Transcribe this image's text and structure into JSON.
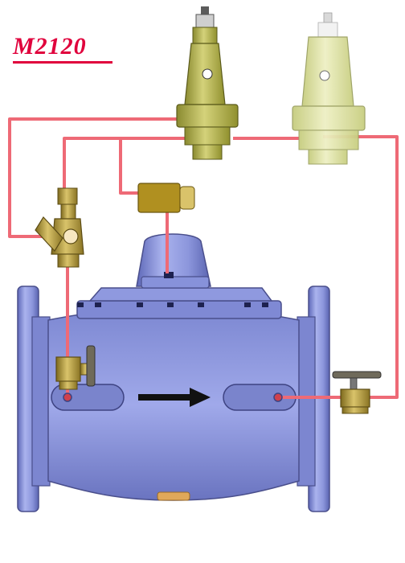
{
  "diagram": {
    "model_label": "M2120",
    "colors": {
      "title": "#e0003c",
      "pilot_tubing": "#ee6a76",
      "valve_body": "#8c96dc",
      "valve_outline": "#4a4f8c",
      "brass": "#b89a3a",
      "pilot_faded": "#d6dc9a",
      "flow_arrow": "#111111"
    },
    "components": [
      {
        "name": "pressure-reducing-pilot",
        "icon": "pilot-valve-icon"
      },
      {
        "name": "secondary-pilot",
        "icon": "pilot-valve-icon"
      },
      {
        "name": "solenoid-valve",
        "icon": "solenoid-icon"
      },
      {
        "name": "strainer-filter",
        "icon": "y-strainer-icon"
      },
      {
        "name": "upstream-ball-valve",
        "icon": "ball-valve-icon"
      },
      {
        "name": "downstream-ball-valve",
        "icon": "ball-valve-icon"
      },
      {
        "name": "main-valve-body",
        "icon": "main-valve-icon"
      },
      {
        "name": "flow-direction",
        "icon": "right-arrow-icon"
      }
    ]
  }
}
